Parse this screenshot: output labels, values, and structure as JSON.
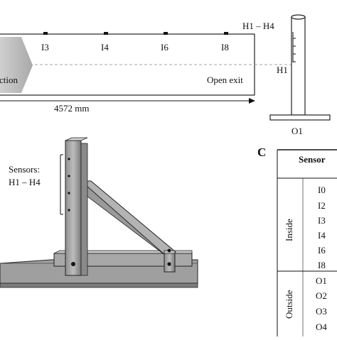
{
  "top_panel": {
    "top_sensors": [
      "I3",
      "I4",
      "I6",
      "I8"
    ],
    "partial_label": "ction",
    "exit_label": "Open exit",
    "length_label": "4572 mm"
  },
  "side_post": {
    "top_label": "H1 – H4",
    "mid_label": "H1",
    "base_label": "O1"
  },
  "stand": {
    "sensors_label": "Sensors:",
    "range_label": "H1 – H4"
  },
  "table_c": {
    "panel_letter": "C",
    "header": "Sensor",
    "inside_label": "Inside",
    "inside_sensors": [
      "I0",
      "I2",
      "I3",
      "I4",
      "I6",
      "I8"
    ],
    "outside_label": "Outside",
    "outside_sensors": [
      "O1",
      "O2",
      "O3",
      "O4"
    ]
  }
}
